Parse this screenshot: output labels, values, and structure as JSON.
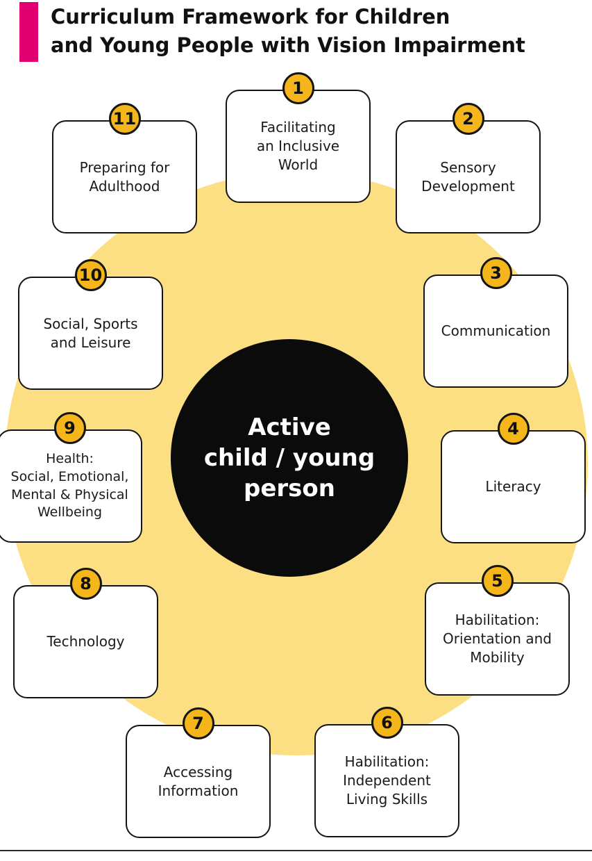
{
  "header": {
    "title": "Curriculum Framework for Children\nand Young People with Vision Impairment"
  },
  "center_circle": {
    "label": "Active\nchild / young\nperson"
  },
  "items": [
    {
      "number": "1",
      "label": "Facilitating\nan Inclusive\nWorld"
    },
    {
      "number": "2",
      "label": "Sensory\nDevelopment"
    },
    {
      "number": "3",
      "label": "Communication"
    },
    {
      "number": "4",
      "label": "Literacy"
    },
    {
      "number": "5",
      "label": "Habilitation:\nOrientation and\nMobility"
    },
    {
      "number": "6",
      "label": "Habilitation:\nIndependent\nLiving Skills"
    },
    {
      "number": "7",
      "label": "Accessing\nInformation"
    },
    {
      "number": "8",
      "label": "Technology"
    },
    {
      "number": "9",
      "label": "Health:\nSocial, Emotional,\nMental & Physical\nWellbeing"
    },
    {
      "number": "10",
      "label": "Social, Sports\nand Leisure"
    },
    {
      "number": "11",
      "label": "Preparing for\nAdulthood"
    }
  ],
  "colors": {
    "accent_pink": "#E20070",
    "badge_gold": "#F5B61B",
    "halo_yellow": "#FBDF82",
    "center_black": "#0B0B0B"
  }
}
